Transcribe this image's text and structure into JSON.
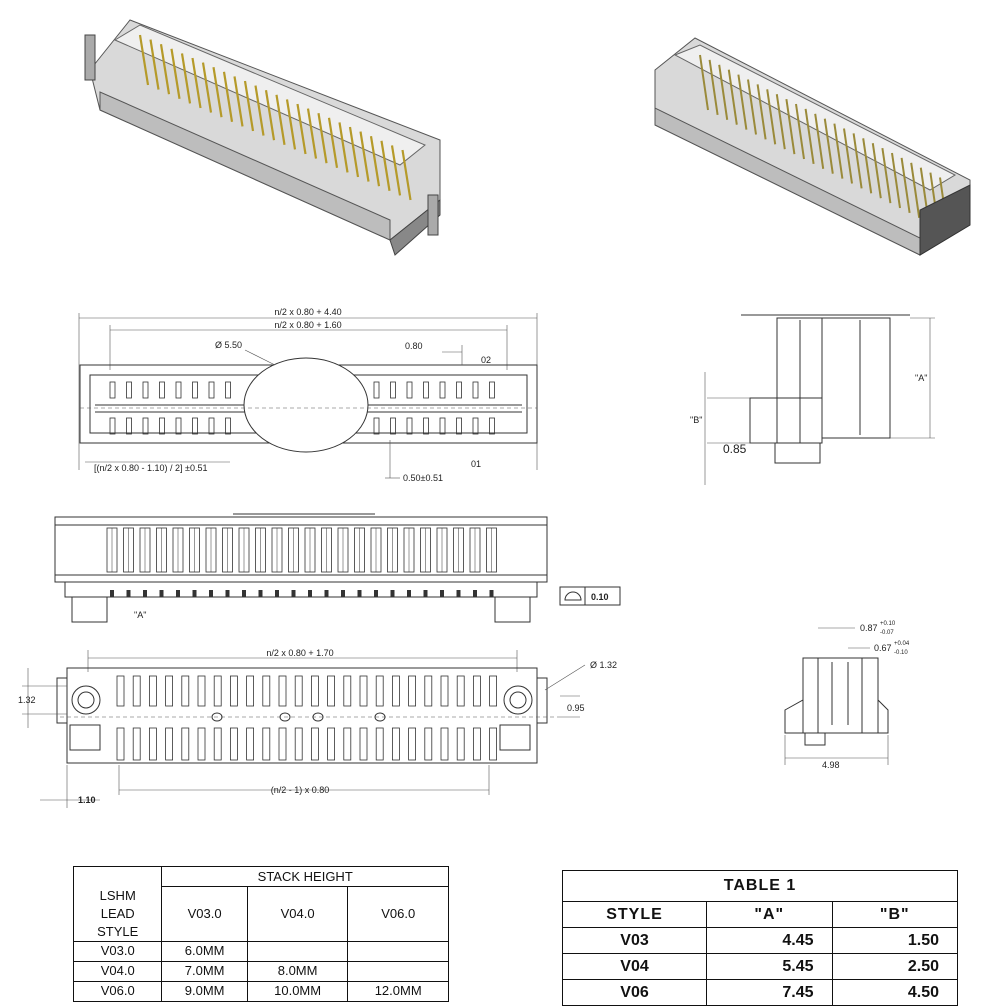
{
  "drawing": {
    "top_view_dims": {
      "overall_width": "n/2 x 0.80 + 4.40",
      "inner_width": "n/2 x 0.80 + 1.60",
      "circle_dia": "Ø 5.50",
      "pitch": "0.80",
      "ref_02": "02",
      "ref_01": "01",
      "offset": "[(n/2 x 0.80 - 1.10) / 2] ±0.51",
      "offset2": "0.50±0.51"
    },
    "side_view_dims": {
      "label_a": "\"A\"",
      "label_b": "\"B\"",
      "dim_085": "0.85"
    },
    "front_view_dims": {
      "label_a": "\"A\"",
      "flatness": "0.10"
    },
    "bottom_view_dims": {
      "width": "n/2 x 0.80 + 1.70",
      "hole_dia": "Ø 1.32",
      "left_132": "1.32",
      "row_095": "0.95",
      "edge_110": "1.10",
      "pitch_span": "(n/2 - 1) x 0.80"
    },
    "end_view_dims": {
      "d1": "0.87",
      "d1_tol_top": "+0.10",
      "d1_tol_bot": "-0.07",
      "d2": "0.67",
      "d2_tol_top": "+0.04",
      "d2_tol_bot": "-0.10",
      "width": "4.98"
    }
  },
  "stack_table": {
    "title": "STACK HEIGHT",
    "corner_label_1": "LSHM",
    "corner_label_2": "LEAD",
    "corner_label_3": "STYLE",
    "columns": [
      "V03.0",
      "V04.0",
      "V06.0"
    ],
    "rows": [
      {
        "label": "V03.0",
        "cells": [
          "6.0MM",
          "",
          ""
        ]
      },
      {
        "label": "V04.0",
        "cells": [
          "7.0MM",
          "8.0MM",
          ""
        ]
      },
      {
        "label": "V06.0",
        "cells": [
          "9.0MM",
          "10.0MM",
          "12.0MM"
        ]
      }
    ]
  },
  "table1": {
    "title": "TABLE 1",
    "headers": [
      "STYLE",
      "\"A\"",
      "\"B\""
    ],
    "rows": [
      {
        "style": "V03",
        "a": "4.45",
        "b": "1.50"
      },
      {
        "style": "V04",
        "a": "5.45",
        "b": "2.50"
      },
      {
        "style": "V06",
        "a": "7.45",
        "b": "4.50"
      }
    ]
  }
}
